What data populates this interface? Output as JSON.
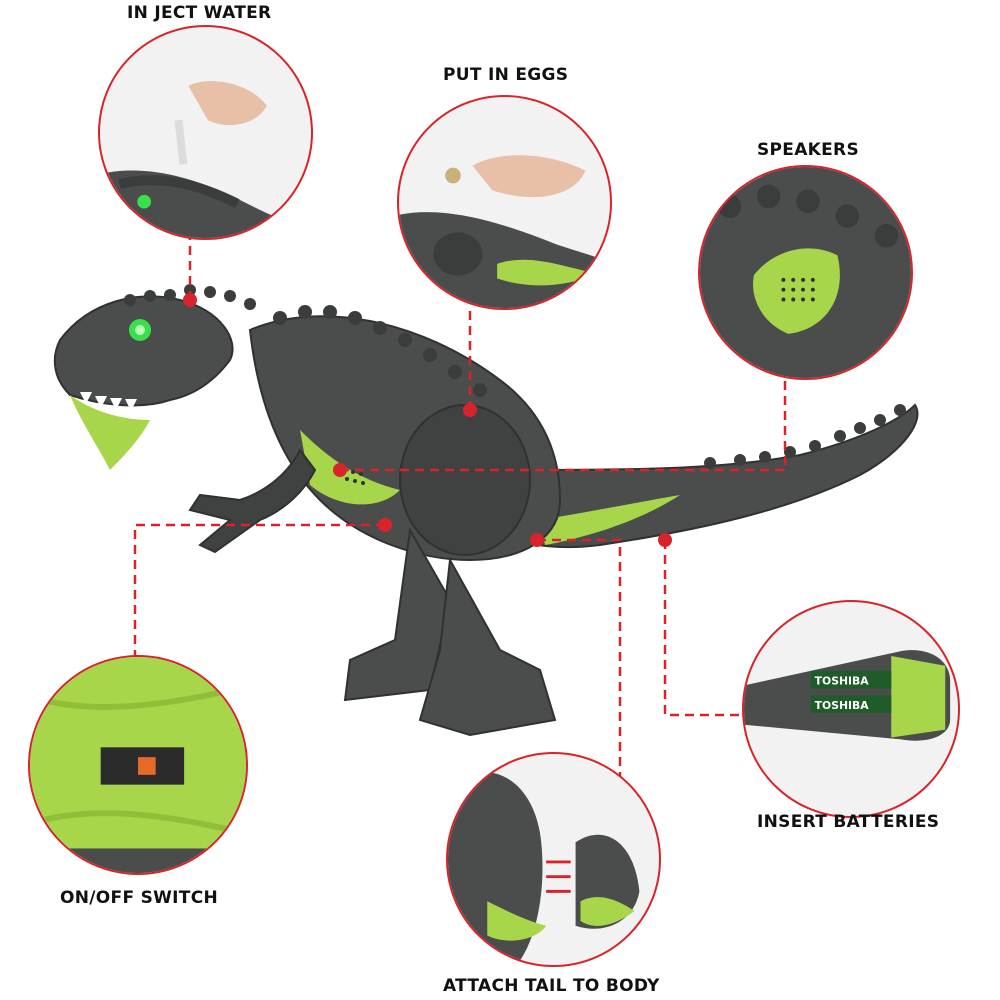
{
  "callouts": {
    "inject_water": "IN JECT WATER",
    "put_in_eggs": "PUT IN EGGS",
    "speakers": "SPEAKERS",
    "on_off_switch": "ON/OFF SWITCH",
    "insert_batteries": "INSERT BATTERIES",
    "attach_tail": "ATTACH TAIL TO BODY"
  },
  "battery_brand": "TOSHIBA",
  "colors": {
    "dino_body": "#4a4d4c",
    "dino_dark": "#2f3231",
    "dino_green": "#a8d64a",
    "accent_red": "#d8232a",
    "eye_green": "#39e04a"
  }
}
